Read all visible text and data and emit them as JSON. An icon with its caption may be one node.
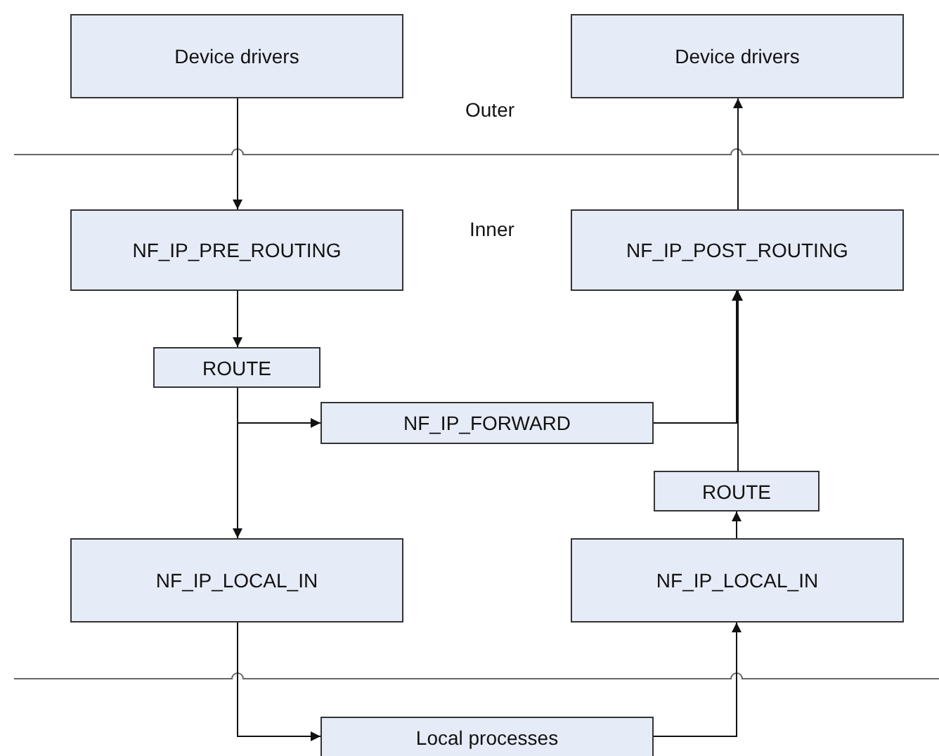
{
  "diagram": {
    "nodes": [
      {
        "text": [
          "Device drivers"
        ]
      },
      {
        "text": [
          "Device drivers"
        ]
      },
      {
        "text": [
          "NF_IP_PRE_ROUTING"
        ]
      },
      {
        "text": [
          "NF_IP_POST_ROUTING"
        ]
      },
      {
        "text": [
          "ROUTE"
        ]
      },
      {
        "text": [
          "NF_IP_FORWARD"
        ]
      },
      {
        "text": [
          "ROUTE"
        ]
      },
      {
        "text": [
          "NF_IP_LOCAL_IN"
        ]
      },
      {
        "text": [
          "NF_IP_LOCAL_IN"
        ]
      },
      {
        "text": [
          "Local processes"
        ]
      }
    ],
    "edges": [
      {
        "from": 0,
        "to": 2,
        "arrow": "to"
      },
      {
        "from": 3,
        "to": 1,
        "arrow": "to"
      },
      {
        "from": 2,
        "to": 4,
        "arrow": "to"
      },
      {
        "from": 4,
        "to": 5,
        "arrow": "to"
      },
      {
        "from": 4,
        "to": 7,
        "arrow": "to"
      },
      {
        "from": 5,
        "to": 3,
        "arrow": "to"
      },
      {
        "from": 6,
        "to": 3,
        "arrow": "to"
      },
      {
        "from": 8,
        "to": 6,
        "arrow": "to"
      },
      {
        "from": 7,
        "to": 9,
        "arrow": "to"
      },
      {
        "from": 9,
        "to": 8,
        "arrow": "to"
      }
    ],
    "labels": [
      "Outer",
      "Inner"
    ]
  }
}
